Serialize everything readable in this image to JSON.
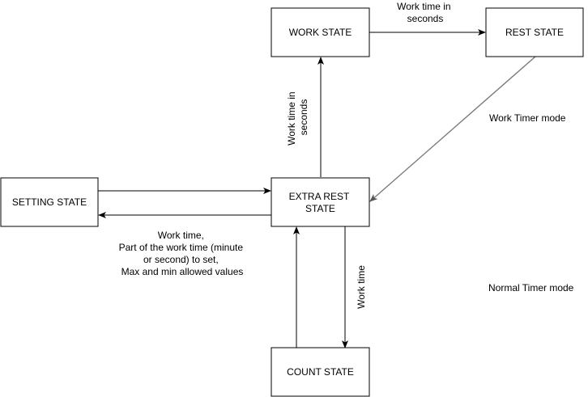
{
  "states": {
    "work": "WORK STATE",
    "rest": "REST STATE",
    "setting": "SETTING STATE",
    "extra_rest": [
      "EXTRA REST",
      "STATE"
    ],
    "count": "COUNT STATE"
  },
  "edge_labels": {
    "work_to_rest": [
      "Work time in",
      "seconds"
    ],
    "extra_to_work": [
      "Work time in",
      "seconds"
    ],
    "extra_to_setting": [
      "Work time,",
      "Part of the work time (minute",
      "or second) to set,",
      "Max and min allowed values"
    ],
    "extra_to_count": "Work time"
  },
  "modes": {
    "work_timer": "Work Timer mode",
    "normal_timer": "Normal Timer mode"
  },
  "colors": {
    "line": "#000000",
    "rest_to_extra_line": "#7a7a7a",
    "box_fill": "#ffffff"
  }
}
